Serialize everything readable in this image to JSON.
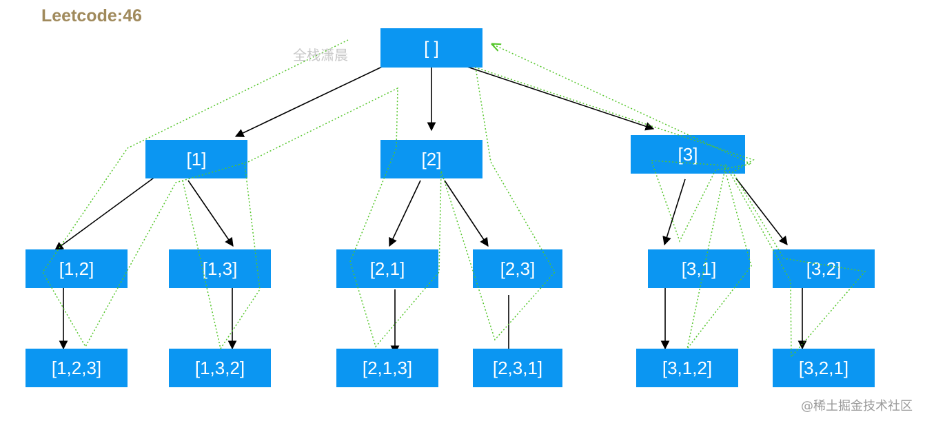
{
  "title": "Leetcode:46",
  "author": "全栈潇晨",
  "site": "@稀土掘金技术社区",
  "colors": {
    "node_fill": "#0b96f2",
    "node_text": "#ffffff",
    "edge": "#000000",
    "trace": "#55c62b",
    "title": "#a08a5c"
  },
  "nodes": [
    {
      "id": "root",
      "label": "[ ]"
    },
    {
      "id": "n1",
      "label": "[1]"
    },
    {
      "id": "n2",
      "label": "[2]"
    },
    {
      "id": "n3",
      "label": "[3]"
    },
    {
      "id": "n12",
      "label": "[1,2]"
    },
    {
      "id": "n13",
      "label": "[1,3]"
    },
    {
      "id": "n21",
      "label": "[2,1]"
    },
    {
      "id": "n23",
      "label": "[2,3]"
    },
    {
      "id": "n31",
      "label": "[3,1]"
    },
    {
      "id": "n32",
      "label": "[3,2]"
    },
    {
      "id": "n123",
      "label": "[1,2,3]"
    },
    {
      "id": "n132",
      "label": "[1,3,2]"
    },
    {
      "id": "n213",
      "label": "[2,1,3]"
    },
    {
      "id": "n231",
      "label": "[2,3,1]"
    },
    {
      "id": "n312",
      "label": "[3,1,2]"
    },
    {
      "id": "n321",
      "label": "[3,2,1]"
    }
  ],
  "edges": [
    [
      "root",
      "n1"
    ],
    [
      "root",
      "n2"
    ],
    [
      "root",
      "n3"
    ],
    [
      "n1",
      "n12"
    ],
    [
      "n1",
      "n13"
    ],
    [
      "n2",
      "n21"
    ],
    [
      "n2",
      "n23"
    ],
    [
      "n3",
      "n31"
    ],
    [
      "n3",
      "n32"
    ],
    [
      "n12",
      "n123"
    ],
    [
      "n13",
      "n132"
    ],
    [
      "n21",
      "n213"
    ],
    [
      "n23",
      "n231"
    ],
    [
      "n31",
      "n312"
    ],
    [
      "n32",
      "n321"
    ]
  ]
}
